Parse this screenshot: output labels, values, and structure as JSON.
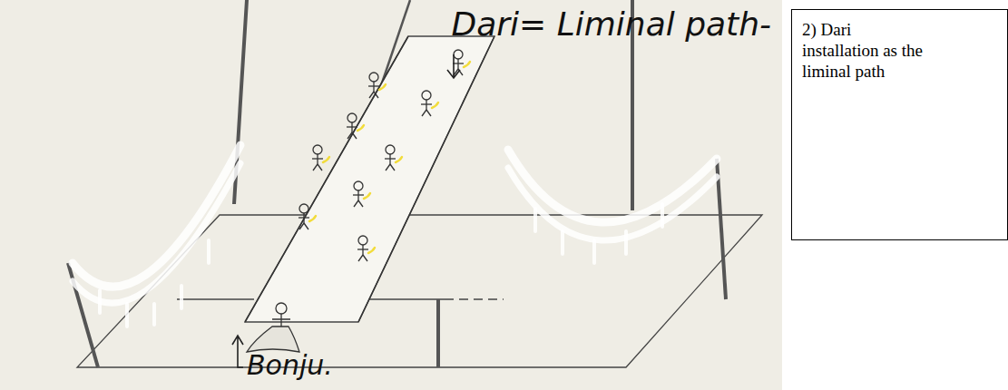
{
  "diagram": {
    "nodes": [
      {
        "text": [
          "2) Dari installation as the liminal path"
        ]
      }
    ],
    "labels": [
      "Dari= Liminal path-",
      "Bonju."
    ]
  }
}
